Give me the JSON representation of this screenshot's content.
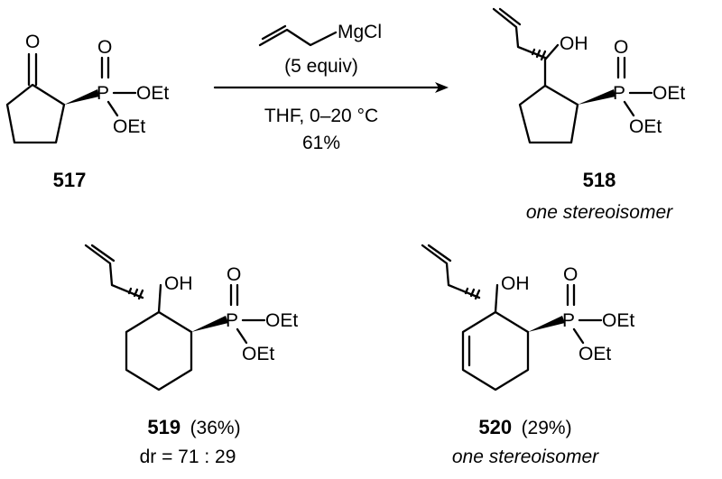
{
  "reagent": {
    "formula": "MgCl",
    "equiv": "(5 equiv)",
    "conditions": "THF, 0–20 °C",
    "yield": "61%"
  },
  "compounds": {
    "c517": {
      "number": "517",
      "o_label": "O",
      "p_label": "P",
      "oet_right": "OEt",
      "oet_down": "OEt"
    },
    "c518": {
      "number": "518",
      "oh_label": "OH",
      "o_label": "O",
      "p_label": "P",
      "oet_right": "OEt",
      "oet_down": "OEt",
      "note": "one stereoisomer"
    },
    "c519": {
      "number": "519",
      "yield": "(36%)",
      "dr": "dr = 71 : 29",
      "oh_label": "OH",
      "o_label": "O",
      "p_label": "P",
      "oet_right": "OEt",
      "oet_down": "OEt"
    },
    "c520": {
      "number": "520",
      "yield": "(29%)",
      "note": "one stereoisomer",
      "oh_label": "OH",
      "o_label": "O",
      "p_label": "P",
      "oet_right": "OEt",
      "oet_down": "OEt"
    }
  }
}
